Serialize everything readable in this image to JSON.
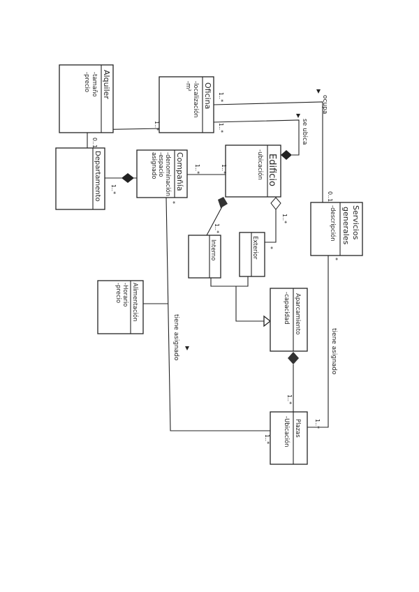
{
  "classes": {
    "alquiler": {
      "name": "Alquiler",
      "attrs": [
        "-tamaño",
        "-precio"
      ]
    },
    "oficina": {
      "name": "Oficina",
      "attrs": [
        "-localización",
        "-m²"
      ]
    },
    "departamento": {
      "name": "Departamento",
      "attrs": []
    },
    "compania": {
      "name": "Compañía",
      "attrs": [
        "-denominación",
        "-espacio",
        "asignado"
      ]
    },
    "edificio": {
      "name": "Edificio",
      "attrs": [
        "-ubicación"
      ]
    },
    "servicios": {
      "name": "Servicios generales",
      "name_lines": [
        "Servicios",
        "generales"
      ],
      "attrs": [
        "-descripción"
      ]
    },
    "interno": {
      "name": "Interno",
      "attrs": []
    },
    "exterior": {
      "name": "Exterior",
      "attrs": []
    },
    "alimentacion": {
      "name": "Alimentación",
      "attrs": [
        "-Horario",
        "-precio"
      ]
    },
    "aparcamiento": {
      "name": "Aparcamiento",
      "attrs": [
        "-capacidad"
      ]
    },
    "plazas": {
      "name": "Plazas",
      "attrs": [
        "-Ubicación"
      ]
    }
  },
  "associations": {
    "ocupa": "ocupa",
    "se_ubica": "se ubica",
    "tiene_asignado_1": "tiene asignado",
    "tiene_asignado_2": "tiene asignado"
  },
  "multiplicities": {
    "one_many": "1..*",
    "zero_one": "0..1",
    "many": "*"
  }
}
